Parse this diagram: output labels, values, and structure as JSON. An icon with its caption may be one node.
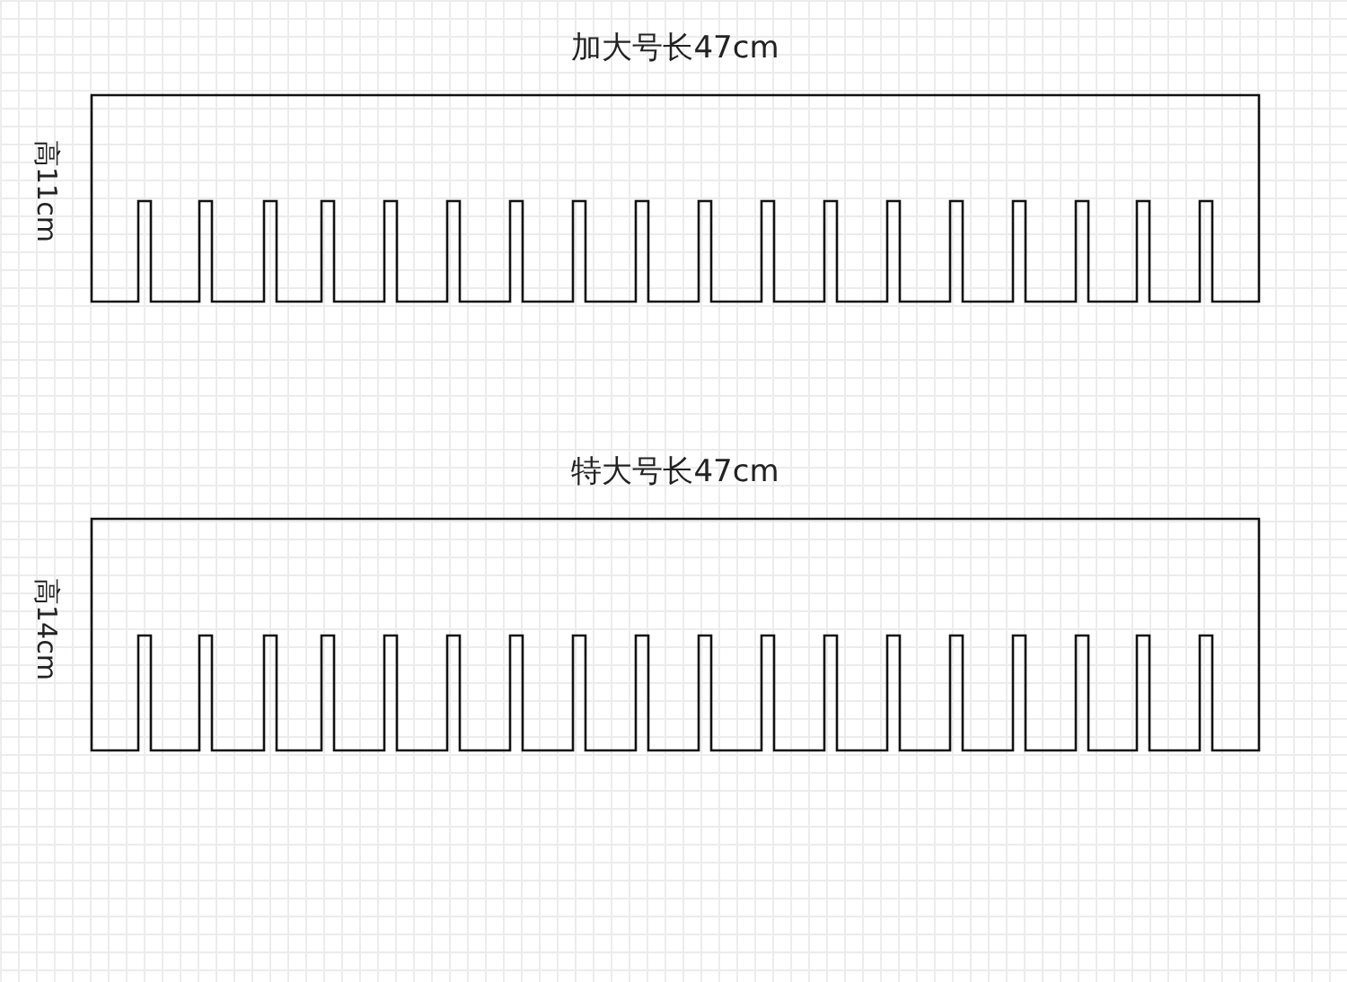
{
  "diagram": {
    "nodes": [
      {
        "text": [
          "加大号长47cm"
        ],
        "beside": [
          "高11cm"
        ]
      },
      {
        "text": [
          "特大号长47cm"
        ],
        "beside": [
          "高14cm"
        ]
      }
    ]
  }
}
